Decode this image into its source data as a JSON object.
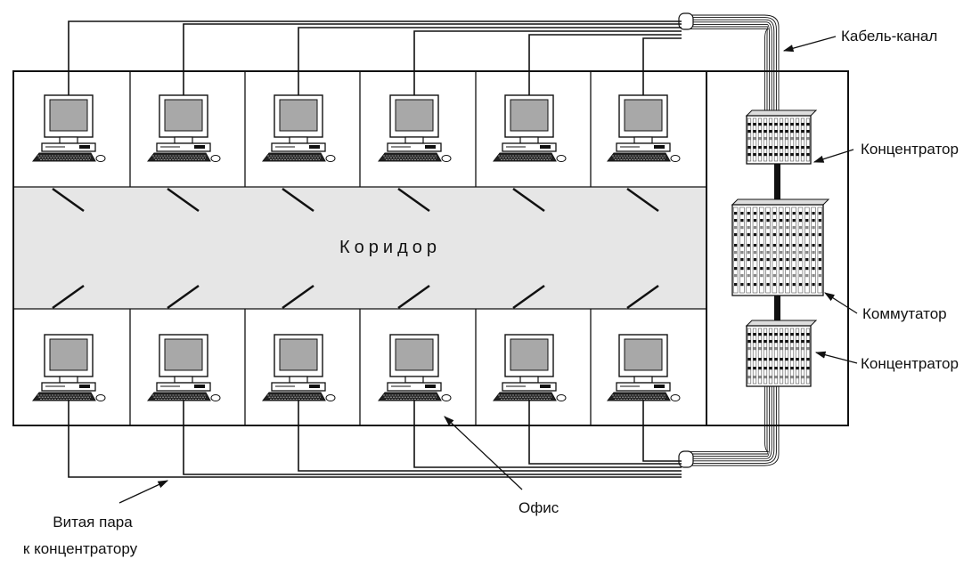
{
  "labels": {
    "cable_channel": "Кабель-канал",
    "hub_top": "Концентратор",
    "switch": "Коммутатор",
    "hub_bottom": "Концентратор",
    "corridor": "Коридор",
    "office": "Офис",
    "twisted_pair_line1": "Витая пара",
    "twisted_pair_line2": "к концентратору"
  },
  "layout_counts": {
    "offices_per_row": 6,
    "rows": 2
  },
  "colors": {
    "corridor": "#e6e6e6",
    "screen": "#a8a8a8",
    "line": "#111111"
  }
}
